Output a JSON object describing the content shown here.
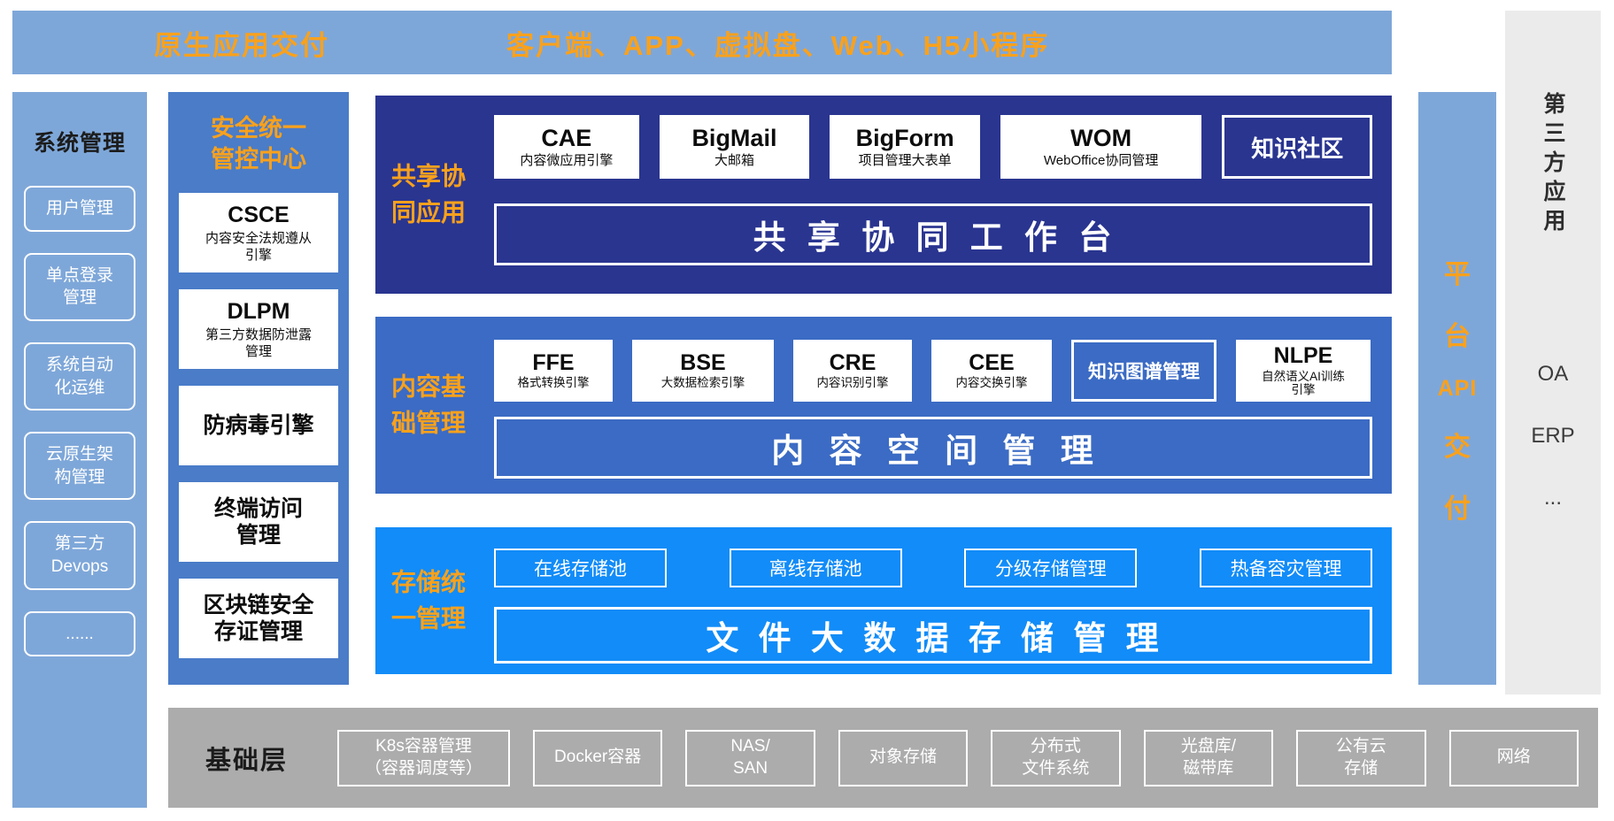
{
  "colors": {
    "light_blue": "#7EA7D9",
    "column_blue": "#4A7CC8",
    "navy": "#2A3590",
    "mid_blue": "#3B6BC4",
    "bright_blue": "#128CF8",
    "orange": "#F9A11C",
    "gray": "#ACACAC",
    "light_gray": "#EBEBEB"
  },
  "top_banner": {
    "left": "原生应用交付",
    "right": "客户端、APP、虚拟盘、Web、H5小程序"
  },
  "system_panel": {
    "title": "系统管理",
    "items": [
      "用户管理",
      "单点登录\n管理",
      "系统自动\n化运维",
      "云原生架\n构管理",
      "第三方\nDevops",
      "......"
    ]
  },
  "security_panel": {
    "title": "安全统一\n管控中心",
    "cards": [
      {
        "title": "CSCE",
        "subtitle": "内容安全法规遵从\n引擎"
      },
      {
        "title": "DLPM",
        "subtitle": "第三方数据防泄露\n管理"
      },
      {
        "title": "防病毒引擎"
      },
      {
        "title": "终端访问\n管理"
      },
      {
        "title": "区块链安全\n存证管理"
      }
    ]
  },
  "layers": [
    {
      "label": "共享协\n同应用",
      "boxes": [
        {
          "title": "CAE",
          "subtitle": "内容微应用引擎"
        },
        {
          "title": "BigMail",
          "subtitle": "大邮箱"
        },
        {
          "title": "BigForm",
          "subtitle": "项目管理大表单"
        },
        {
          "title": "WOM",
          "subtitle": "WebOffice协同管理"
        },
        {
          "title": "知识社区"
        }
      ],
      "bar": "共 享 协 同 工 作 台"
    },
    {
      "label": "内容基\n础管理",
      "boxes": [
        {
          "title": "FFE",
          "subtitle": "格式转换引擎"
        },
        {
          "title": "BSE",
          "subtitle": "大数据检索引擎"
        },
        {
          "title": "CRE",
          "subtitle": "内容识别引擎"
        },
        {
          "title": "CEE",
          "subtitle": "内容交换引擎"
        },
        {
          "title": "知识图谱管理"
        },
        {
          "title": "NLPE",
          "subtitle": "自然语义AI训练\n引擎"
        }
      ],
      "bar": "内 容 空 间 管 理"
    },
    {
      "label": "存储统\n一管理",
      "boxes": [
        {
          "title": "在线存储池"
        },
        {
          "title": "离线存储池"
        },
        {
          "title": "分级存储管理"
        },
        {
          "title": "热备容灾管理"
        }
      ],
      "bar": "文 件 大 数 据 存 储 管 理"
    }
  ],
  "api_column": {
    "label": "平台API交付",
    "chars": [
      "平",
      "台",
      "API",
      "交",
      "付"
    ]
  },
  "third_party": {
    "title": "第三方应用",
    "items": [
      "OA",
      "ERP",
      "..."
    ]
  },
  "base_layer": {
    "title": "基础层",
    "items": [
      "K8s容器管理\n（容器调度等）",
      "Docker容器",
      "NAS/\nSAN",
      "对象存储",
      "分布式\n文件系统",
      "光盘库/\n磁带库",
      "公有云\n存储",
      "网络"
    ]
  }
}
